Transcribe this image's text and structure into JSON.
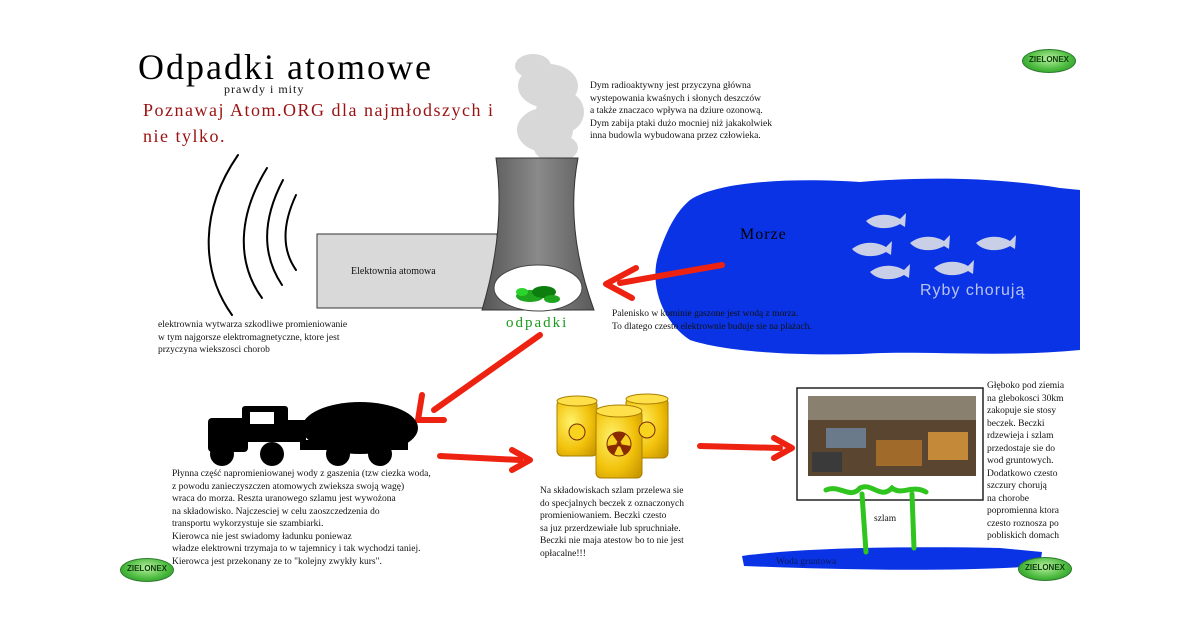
{
  "header": {
    "title": "Odpadki atomowe",
    "subtitle": "prawdy i mity",
    "brand": "Poznawaj Atom.ORG dla najmłodszych i nie tylko."
  },
  "logo": {
    "text": "ZIELONEX"
  },
  "plant": {
    "label": "Elektownia atomowa",
    "waste_label": "odpadki"
  },
  "sea": {
    "label": "Morze",
    "fish_label": "Ryby chorują"
  },
  "notes": {
    "smoke": "Dym radioaktywny jest przyczyna główna\nwystepowania kwaśnych i słonych deszczów\na także znaczaco wpływa na dziure ozonową.\nDym zabija ptaki dużo mocniej niż jakakolwiek\ninna budowla wybudowana przez człowieka.",
    "radiation": "elektrownia wytwarza szkodliwe promieniowanie\nw tym najgorsze elektromagnetyczne, ktore jest\nprzyczyna wiekszosci chorob",
    "furnace": "Palenisko w kominie gaszone jest wodą z morza.\nTo dlatego czesto elektrownie buduje sie na plażach.",
    "transport": "Płynna część napromieniowanej wody z gaszenia (tzw ciezka woda,\nz powodu zanieczyszczen atomowych zwieksza swoją wagę)\nwraca do morza. Reszta uranowego szlamu jest wywożona\nna składowisko. Najczesciej w celu zaoszczedzenia do\ntransportu wykorzystuje sie szambiarki.\nKierowca nie jest swiadomy ładunku poniewaz\nwładze elektrowni trzymaja to w tajemnicy i tak wychodzi taniej.\nKierowca jest przekonany ze to \"kolejny zwykły kurs\".",
    "storage": "Na składowiskach szlam przelewa sie\ndo specjalnych beczek z oznaczonych\npromieniowaniem. Beczki czesto\nsa juz przerdzewiałe lub spruchniałe.\nBeczki nie maja atestow bo to nie jest\nopłacalne!!!",
    "underground": "Głęboko pod ziemia\nna glebokosci 30km\nzakopuje sie stosy\nbeczek. Beczki\nrdzewieja i szlam\nprzedostaje sie do\nwod gruntowych.\nDodatkowo czesto\nszczury chorują\nna chorobe\npopromienna ktora\nczesto roznosza po\npobliskich domach"
  },
  "ground": {
    "sludge_label": "szlam",
    "water_label": "Woda gruntowa"
  },
  "colors": {
    "brand": "#9a1111",
    "sea": "#0a33e6",
    "arrow": "#ee2211",
    "sludge": "#2fc41e",
    "waste_text": "#1a9a1a",
    "barrel": "#f2c20c"
  }
}
